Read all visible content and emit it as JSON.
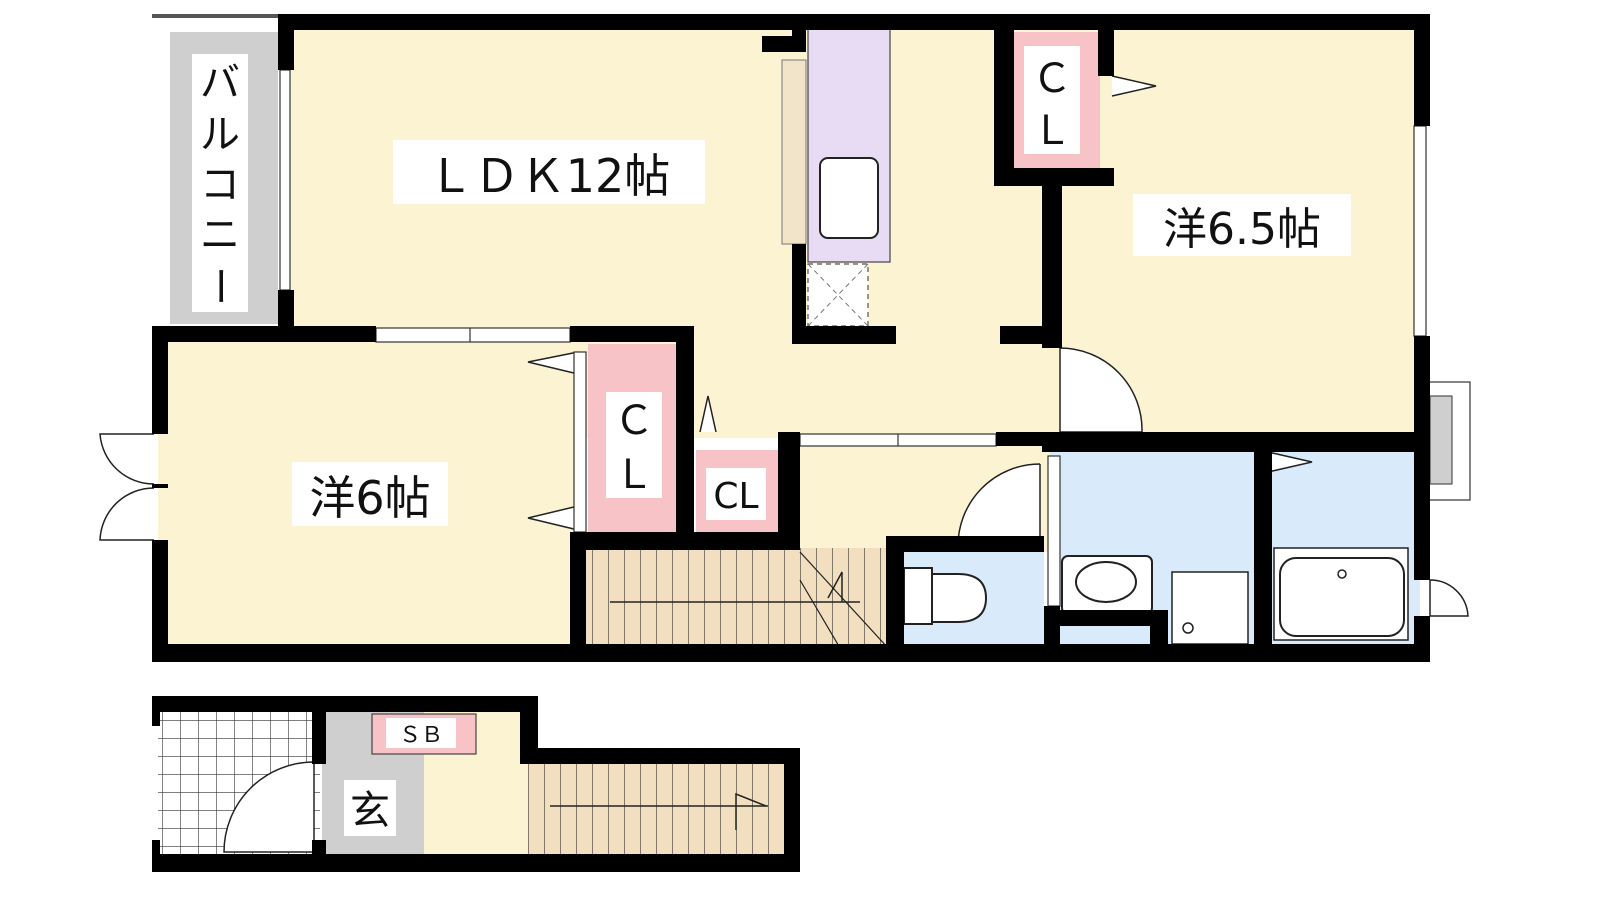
{
  "rooms": {
    "ldk": "ＬＤＫ12帖",
    "western_a": "洋6.5帖",
    "western_b": "洋6帖",
    "balcony": [
      "バ",
      "ル",
      "コ",
      "ニ",
      "ー"
    ],
    "entrance": "玄"
  },
  "storage": {
    "cl_upper_right": [
      "Ｃ",
      "Ｌ"
    ],
    "cl_center": [
      "Ｃ",
      "Ｌ"
    ],
    "cl_small": "CL",
    "shoe_box": "ＳＢ"
  },
  "colors": {
    "room_floor": "#fbf3d2",
    "water_area": "#d9ebfb",
    "storage": "#f8c3c7",
    "kitchen": "#e7dcf3",
    "balcony": "#cfcfcf",
    "stairs": "#f2dfbf",
    "wall": "#000000"
  }
}
